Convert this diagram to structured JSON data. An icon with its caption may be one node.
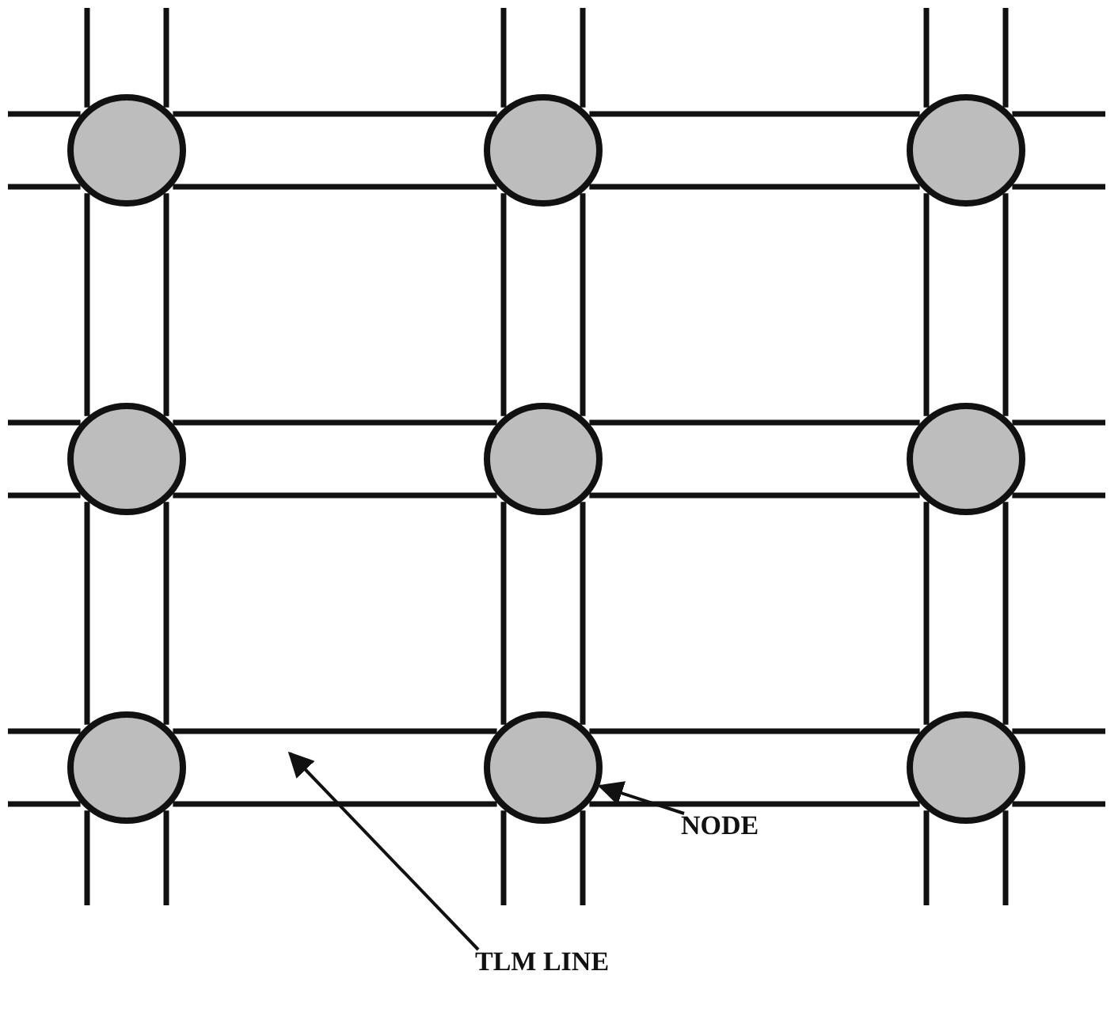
{
  "diagram": {
    "nodes": [
      {
        "text": [],
        "shape": "circle"
      },
      {
        "text": [],
        "shape": "circle"
      },
      {
        "text": [],
        "shape": "circle"
      },
      {
        "text": [],
        "shape": "circle"
      },
      {
        "text": [],
        "shape": "circle"
      },
      {
        "text": [],
        "shape": "circle"
      },
      {
        "text": [],
        "shape": "circle"
      },
      {
        "text": [],
        "shape": "circle"
      },
      {
        "text": [],
        "shape": "circle"
      },
      {
        "text": [
          "NODE"
        ]
      },
      {
        "text": [
          "TLM LINE"
        ]
      }
    ],
    "edges": [
      {
        "from": 0,
        "to": 1,
        "arrow": "none"
      },
      {
        "from": 1,
        "to": 2,
        "arrow": "none"
      },
      {
        "from": 3,
        "to": 4,
        "arrow": "none"
      },
      {
        "from": 4,
        "to": 5,
        "arrow": "none"
      },
      {
        "from": 6,
        "to": 7,
        "arrow": "none"
      },
      {
        "from": 7,
        "to": 8,
        "arrow": "none"
      },
      {
        "from": 0,
        "to": 3,
        "arrow": "none"
      },
      {
        "from": 1,
        "to": 4,
        "arrow": "none"
      },
      {
        "from": 2,
        "to": 5,
        "arrow": "none"
      },
      {
        "from": 3,
        "to": 6,
        "arrow": "none"
      },
      {
        "from": 4,
        "to": 7,
        "arrow": "none"
      },
      {
        "from": 5,
        "to": 8,
        "arrow": "none"
      },
      {
        "from": 0,
        "to": null,
        "arrow": "none"
      },
      {
        "from": 1,
        "to": null,
        "arrow": "none"
      },
      {
        "from": 2,
        "to": null,
        "arrow": "none"
      },
      {
        "from": 6,
        "to": null,
        "arrow": "none"
      },
      {
        "from": 7,
        "to": null,
        "arrow": "none"
      },
      {
        "from": 8,
        "to": null,
        "arrow": "none"
      },
      {
        "from": 0,
        "to": null,
        "arrow": "none"
      },
      {
        "from": 3,
        "to": null,
        "arrow": "none"
      },
      {
        "from": 6,
        "to": null,
        "arrow": "none"
      },
      {
        "from": 2,
        "to": null,
        "arrow": "none"
      },
      {
        "from": 5,
        "to": null,
        "arrow": "none"
      },
      {
        "from": 8,
        "to": null,
        "arrow": "none"
      },
      {
        "from": 9,
        "to": 7,
        "arrow": "to"
      },
      {
        "from": 10,
        "to": null,
        "arrow": "to"
      }
    ]
  }
}
